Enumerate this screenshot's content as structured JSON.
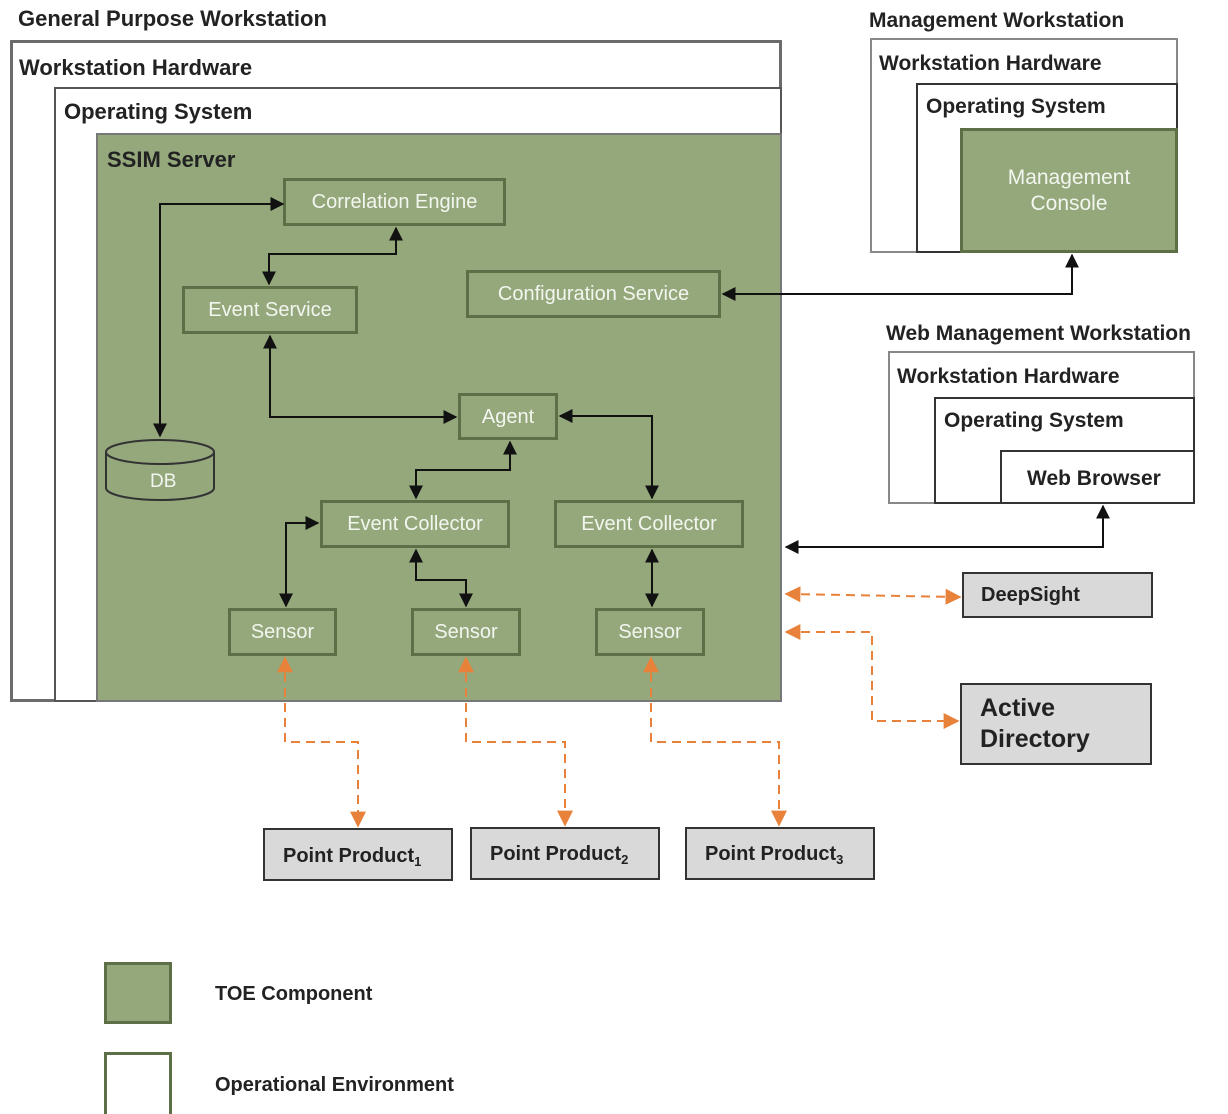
{
  "gp_workstation": {
    "title": "General Purpose Workstation",
    "hardware": "Workstation  Hardware",
    "os": "Operating System",
    "server": "SSIM Server"
  },
  "components": {
    "correlation_engine": "Correlation Engine",
    "event_service": "Event Service",
    "configuration_service": "Configuration Service",
    "agent": "Agent",
    "db": "DB",
    "event_collector_1": "Event Collector",
    "event_collector_2": "Event Collector",
    "sensor_1": "Sensor",
    "sensor_2": "Sensor",
    "sensor_3": "Sensor"
  },
  "mgmt_workstation": {
    "title": "Management Workstation",
    "hardware": "Workstation Hardware",
    "os": "Operating  System",
    "console_line1": "Management",
    "console_line2": "Console"
  },
  "web_workstation": {
    "title": "Web Management Workstation",
    "hardware": "Workstation Hardware",
    "os": "Operating  System",
    "browser": "Web Browser"
  },
  "external": {
    "deepsight": "DeepSight",
    "active_directory_line1": "Active",
    "active_directory_line2": "Directory",
    "point_products": [
      {
        "label": "Point Product",
        "index": "1"
      },
      {
        "label": "Point Product",
        "index": "2"
      },
      {
        "label": "Point Product",
        "index": "3"
      }
    ]
  },
  "legend": {
    "toe": "TOE  Component",
    "env": "Operational Environment"
  },
  "colors": {
    "toe_fill": "#94a87c",
    "toe_border": "#5c6f47",
    "external_fill": "#d9d9d9",
    "dashed_arrow": "#e8823a",
    "solid_arrow": "#111111"
  }
}
